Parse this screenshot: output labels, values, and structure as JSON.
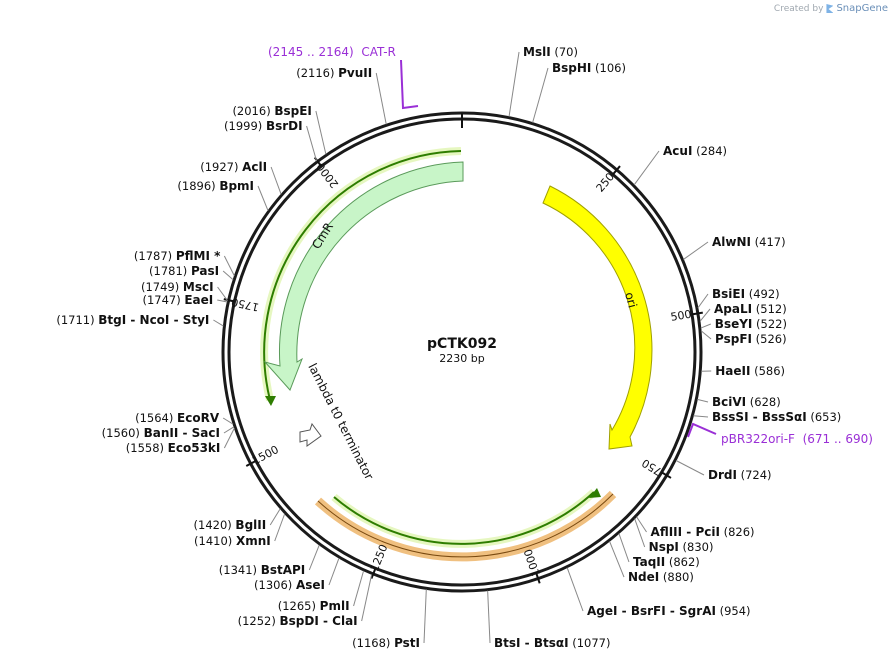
{
  "credit": {
    "prefix": "Created by",
    "brand": "SnapGene"
  },
  "plasmid": {
    "name": "pCTK092",
    "length_label": "2230 bp",
    "length": 2230
  },
  "ticks": [
    "250",
    "500",
    "750",
    "1000",
    "1250",
    "1500",
    "1750",
    "2000"
  ],
  "sites": [
    {
      "pos": "(70)",
      "names": [
        "MslI"
      ],
      "side": "right"
    },
    {
      "pos": "(106)",
      "names": [
        "BspHI"
      ],
      "side": "right"
    },
    {
      "pos": "(284)",
      "names": [
        "AcuI"
      ],
      "side": "right"
    },
    {
      "pos": "(417)",
      "names": [
        "AlwNI"
      ],
      "side": "right"
    },
    {
      "pos": "(492)",
      "names": [
        "BsiEI"
      ],
      "side": "right"
    },
    {
      "pos": "(512)",
      "names": [
        "ApaLI"
      ],
      "side": "right"
    },
    {
      "pos": "(522)",
      "names": [
        "BseYI"
      ],
      "side": "right"
    },
    {
      "pos": "(526)",
      "names": [
        "PspFI"
      ],
      "side": "right"
    },
    {
      "pos": "(586)",
      "names": [
        "HaeII"
      ],
      "side": "right"
    },
    {
      "pos": "(628)",
      "names": [
        "BciVI"
      ],
      "side": "right"
    },
    {
      "pos": "(653)",
      "names": [
        "BssSI",
        "BssSαI"
      ],
      "side": "right"
    },
    {
      "pos": "(724)",
      "names": [
        "DrdI"
      ],
      "side": "right"
    },
    {
      "pos": "(826)",
      "names": [
        "AflIII",
        "PciI"
      ],
      "side": "right"
    },
    {
      "pos": "(830)",
      "names": [
        "NspI"
      ],
      "side": "right"
    },
    {
      "pos": "(862)",
      "names": [
        "TaqII"
      ],
      "side": "right"
    },
    {
      "pos": "(880)",
      "names": [
        "NdeI"
      ],
      "side": "right"
    },
    {
      "pos": "(954)",
      "names": [
        "AgeI",
        "BsrFI",
        "SgrAI"
      ],
      "side": "right"
    },
    {
      "pos": "(1077)",
      "names": [
        "BtsI",
        "BtsαI"
      ],
      "side": "right"
    },
    {
      "pos": "(1168)",
      "names": [
        "PstI"
      ],
      "side": "left"
    },
    {
      "pos": "(1252)",
      "names": [
        "BspDI",
        "ClaI"
      ],
      "side": "left"
    },
    {
      "pos": "(1265)",
      "names": [
        "PmlI"
      ],
      "side": "left"
    },
    {
      "pos": "(1306)",
      "names": [
        "AseI"
      ],
      "side": "left"
    },
    {
      "pos": "(1341)",
      "names": [
        "BstAPI"
      ],
      "side": "left"
    },
    {
      "pos": "(1410)",
      "names": [
        "XmnI"
      ],
      "side": "left"
    },
    {
      "pos": "(1420)",
      "names": [
        "BglII"
      ],
      "side": "left"
    },
    {
      "pos": "(1558)",
      "names": [
        "Eco53kI"
      ],
      "side": "left"
    },
    {
      "pos": "(1560)",
      "names": [
        "BanII",
        "SacI"
      ],
      "side": "left"
    },
    {
      "pos": "(1564)",
      "names": [
        "EcoRV"
      ],
      "side": "left"
    },
    {
      "pos": "(1711)",
      "names": [
        "BtgI",
        "NcoI",
        "StyI"
      ],
      "side": "left"
    },
    {
      "pos": "(1747)",
      "names": [
        "EaeI"
      ],
      "side": "left"
    },
    {
      "pos": "(1749)",
      "names": [
        "MscI"
      ],
      "side": "left"
    },
    {
      "pos": "(1781)",
      "names": [
        "PasI"
      ],
      "side": "left"
    },
    {
      "pos": "(1787)",
      "names": [
        "PflMI *"
      ],
      "side": "left"
    },
    {
      "pos": "(1896)",
      "names": [
        "BpmI"
      ],
      "side": "left"
    },
    {
      "pos": "(1927)",
      "names": [
        "AclI"
      ],
      "side": "left"
    },
    {
      "pos": "(1999)",
      "names": [
        "BsrDI"
      ],
      "side": "left"
    },
    {
      "pos": "(2016)",
      "names": [
        "BspEI"
      ],
      "side": "left"
    },
    {
      "pos": "(2116)",
      "names": [
        "PvuII"
      ],
      "side": "left"
    }
  ],
  "primers": [
    {
      "label": "(2145 .. 2164)  CAT-R"
    },
    {
      "label": "pBR322ori-F  (671 .. 690)"
    }
  ],
  "features": [
    {
      "label": "ori",
      "color": "#ffff00"
    },
    {
      "label": "CmR",
      "color": "#c8f5c8"
    },
    {
      "label": "lambda t0 terminator",
      "color": "#ffffff"
    }
  ],
  "colors": {
    "primer": "#9a2fd6",
    "ori_outline": "#a0a000",
    "green_arc": "#2e7d00",
    "orange_arc": "#f0c080"
  }
}
